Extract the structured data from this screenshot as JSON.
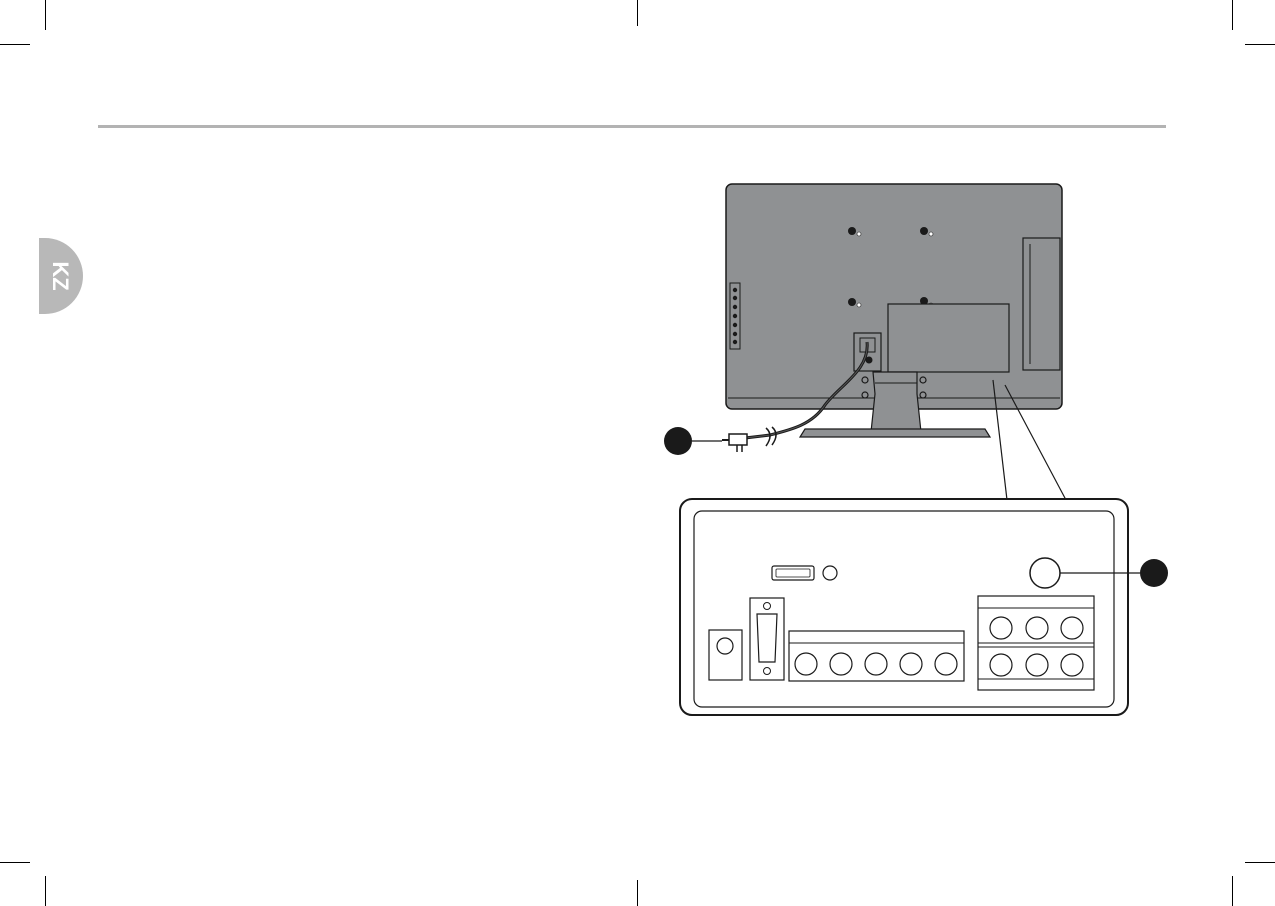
{
  "language_tab": {
    "label": "KZ"
  },
  "colors": {
    "tv_body": "#8f9193",
    "outline": "#1a1a1a",
    "rule": "#b3b3b3",
    "tab": "#b8b8b8"
  },
  "illustration": {
    "description_icon_names": [
      "tv-back-panel",
      "power-cord",
      "connector-panel",
      "antenna-socket"
    ]
  }
}
